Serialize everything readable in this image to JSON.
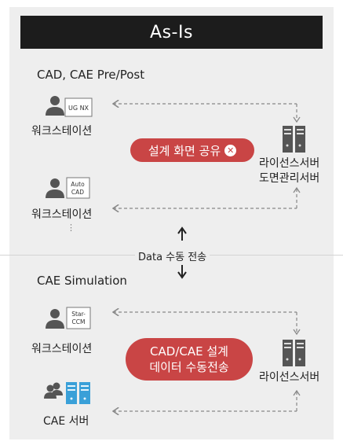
{
  "header": {
    "title": "As-Is"
  },
  "section1": {
    "title": "CAD, CAE  Pre/Post",
    "ws1": {
      "label": "워크스테이션",
      "app": "UG NX"
    },
    "ws2": {
      "label": "워크스테이션",
      "app_line1": "Auto",
      "app_line2": "CAD"
    },
    "ellipsis": "⋮",
    "server": {
      "line1": "라이선스서버",
      "line2": "도면관리서버"
    },
    "pill": {
      "text": "설계 화면 공유",
      "badge": "✕"
    }
  },
  "middle": {
    "label": "Data 수동 전송"
  },
  "section2": {
    "title": "CAE Simulation",
    "ws1": {
      "label": "워크스테이션",
      "app_line1": "Star-",
      "app_line2": "CCM"
    },
    "server": {
      "line1": "라이선스서버"
    },
    "cae_server": {
      "label": "CAE 서버"
    },
    "pill": {
      "line1": "CAD/CAE 설계",
      "line2": "데이터 수동전송"
    }
  },
  "colors": {
    "frame_bg": "#eeeeee",
    "header_bg": "#1c1c1c",
    "pill": "#c94545",
    "icon_dark": "#555555",
    "icon_blue": "#3aa0d8"
  }
}
